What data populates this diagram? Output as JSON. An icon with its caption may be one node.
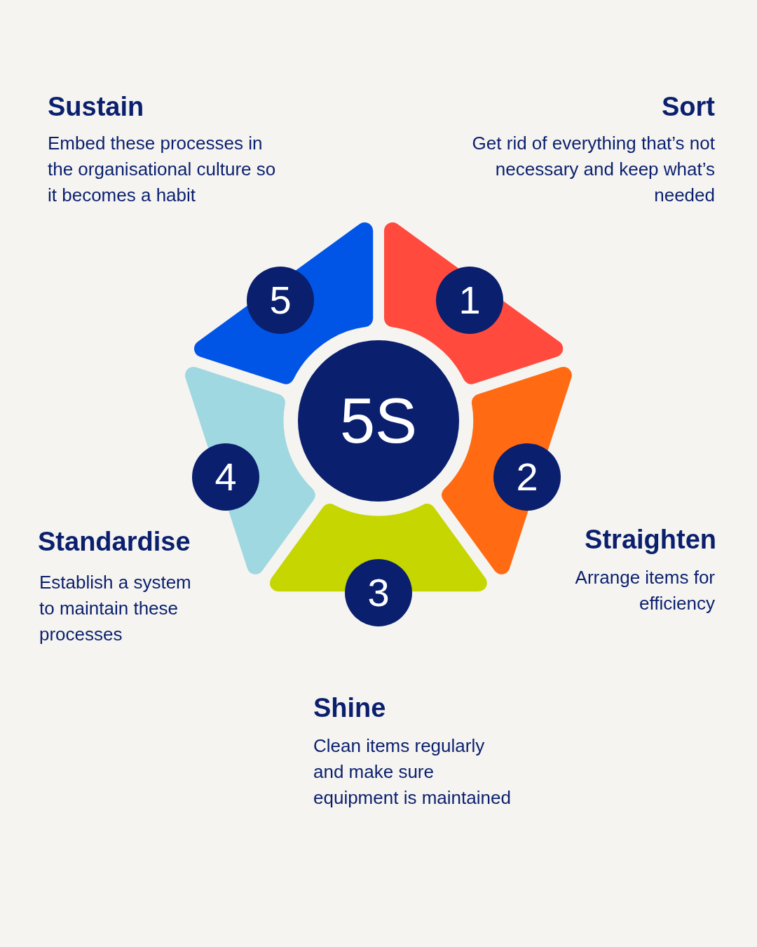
{
  "diagram": {
    "nodes": [
      {
        "text": [
          "5S"
        ]
      },
      {
        "text": [
          "1"
        ],
        "beside": [
          "Sort",
          "Get rid of everything that’s not necessary and keep what’s needed"
        ]
      },
      {
        "text": [
          "2"
        ],
        "beside": [
          "Straighten",
          "Arrange items for efficiency"
        ]
      },
      {
        "text": [
          "3"
        ],
        "beside": [
          "Shine",
          "Clean items regularly and make sure equipment is maintained"
        ]
      },
      {
        "text": [
          "4"
        ],
        "beside": [
          "Standardise",
          "Establish a system to maintain these processes"
        ]
      },
      {
        "text": [
          "5"
        ],
        "beside": [
          "Sustain",
          "Embed these processes in the organisational culture so it becomes a habit"
        ]
      }
    ]
  }
}
